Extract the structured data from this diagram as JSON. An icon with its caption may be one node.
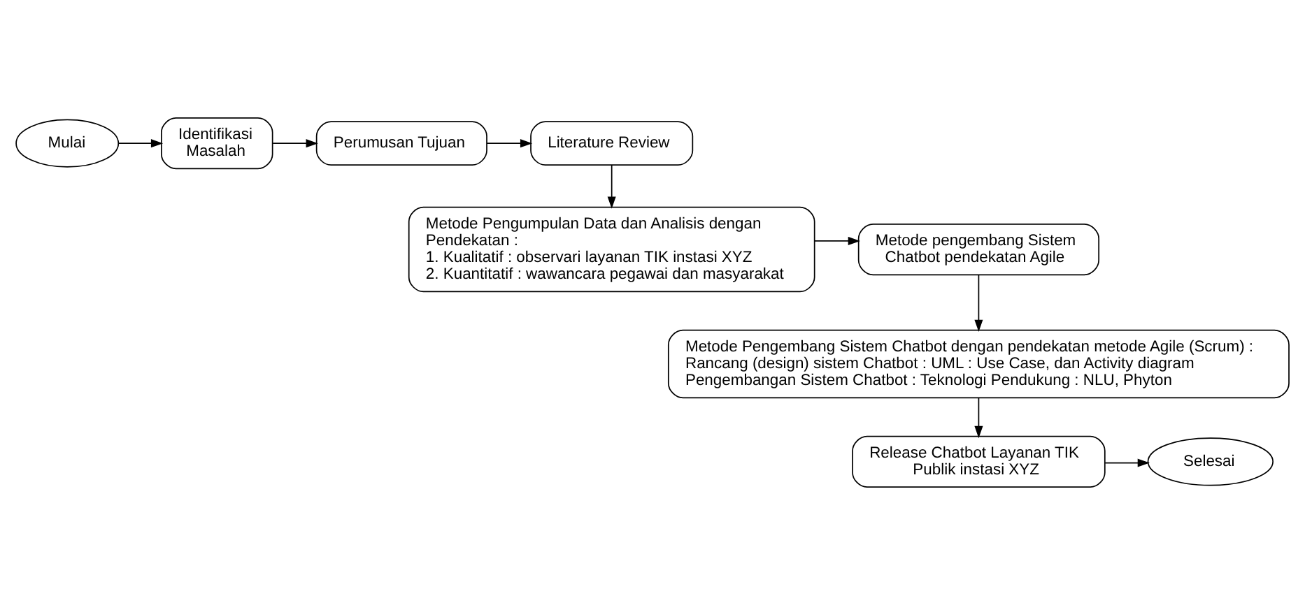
{
  "diagram": {
    "nodes": [
      {
        "text": [
          "Mulai"
        ]
      },
      {
        "text": [
          "Identifikasi Masalah"
        ]
      },
      {
        "text": [
          "Perumusan Tujuan"
        ]
      },
      {
        "text": [
          "Literature Review"
        ]
      },
      {
        "text": [
          "Metode Pengumpulan Data dan Analisis dengan Pendekatan :",
          "1. Kualitatif : observari layanan TIK instasi XYZ",
          "2. Kuantitatif : wawancara pegawai dan masyarakat"
        ]
      },
      {
        "text": [
          "Metode pengembang Sistem Chatbot pendekatan Agile"
        ]
      },
      {
        "text": [
          "Metode Pengembang Sistem Chatbot dengan pendekatan metode Agile (Scrum) :",
          "Rancang (design) sistem Chatbot : UML : Use Case, dan Activity diagram",
          "Pengembangan Sistem Chatbot : Teknologi Pendukung : NLU, Phyton"
        ]
      },
      {
        "text": [
          "Release Chatbot Layanan TIK Publik instasi XYZ"
        ]
      },
      {
        "text": [
          "Selesai"
        ]
      }
    ],
    "edges": [
      {
        "from": 0,
        "to": 1,
        "arrow": "to"
      },
      {
        "from": 1,
        "to": 2,
        "arrow": "to"
      },
      {
        "from": 2,
        "to": 3,
        "arrow": "to"
      },
      {
        "from": 3,
        "to": 4,
        "arrow": "to"
      },
      {
        "from": 4,
        "to": 5,
        "arrow": "to"
      },
      {
        "from": 5,
        "to": 6,
        "arrow": "to"
      },
      {
        "from": 6,
        "to": 7,
        "arrow": "to"
      },
      {
        "from": 7,
        "to": 8,
        "arrow": "to"
      }
    ]
  }
}
